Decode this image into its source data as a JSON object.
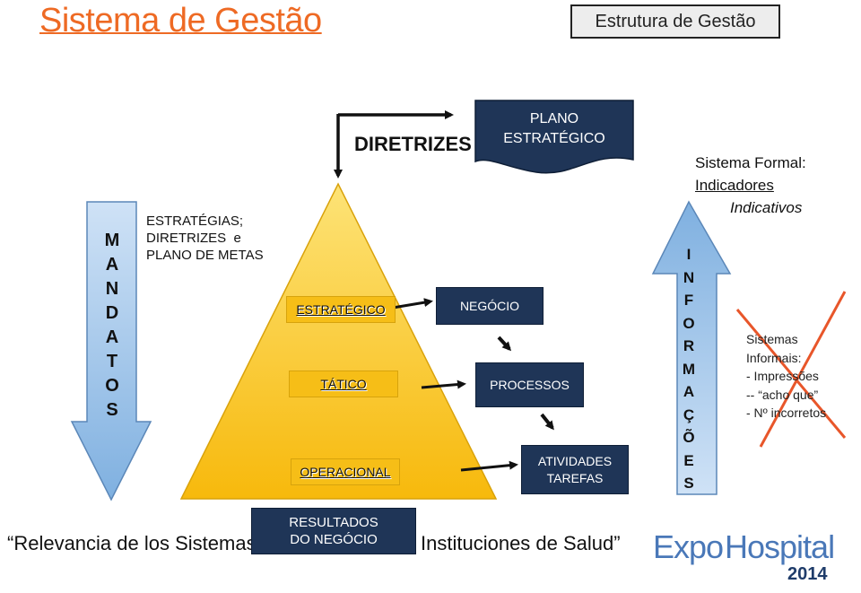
{
  "header": {
    "title": "Sistema de Gestão",
    "badge": "Estrutura de Gestão"
  },
  "mandatos": {
    "letters": [
      "M",
      "A",
      "N",
      "D",
      "A",
      "T",
      "O",
      "S"
    ]
  },
  "strategies_text": "ESTRATÉGIAS;\nDIRETRIZES  e\nPLANO DE METAS",
  "diretrizes_label": "DIRETRIZES",
  "plano_estrategico": "PLANO\nESTRATÉGICO",
  "pyramid_levels": [
    "ESTRATÉGICO",
    "TÁTICO",
    "OPERACIONAL"
  ],
  "process_boxes": {
    "negocio": "NEGÓCIO",
    "processos": "PROCESSOS",
    "atividades": "ATIVIDADES\nTAREFAS"
  },
  "resultados": "RESULTADOS\nDO NEGÓCIO",
  "informacoes": {
    "letters": [
      "I",
      "N",
      "F",
      "O",
      "R",
      "M",
      "A",
      "Ç",
      "Õ",
      "E",
      "S"
    ]
  },
  "sistema_formal": {
    "line1": "Sistema Formal:",
    "line2": "Indicadores",
    "line3": "Indicativos"
  },
  "sistemas_informais": "Sistemas\nInformais:\n- Impressões\n-- “acho que”\n- Nº incorretos",
  "footer_text": "“Relevancia de los Sistemas de Gestión en las Instituciones de Salud”",
  "logo": {
    "expo": "Expo",
    "hospital": "Hospital",
    "year": "2014"
  },
  "colors": {
    "title": "#ee6a24",
    "pyramid": "#fcc20d",
    "navy": "#1f3557",
    "arrow_blue": "#9dc3e6",
    "cross_red": "#e8562a",
    "expo_blue": "#4a78b8",
    "year_navy": "#1f3c6a"
  }
}
